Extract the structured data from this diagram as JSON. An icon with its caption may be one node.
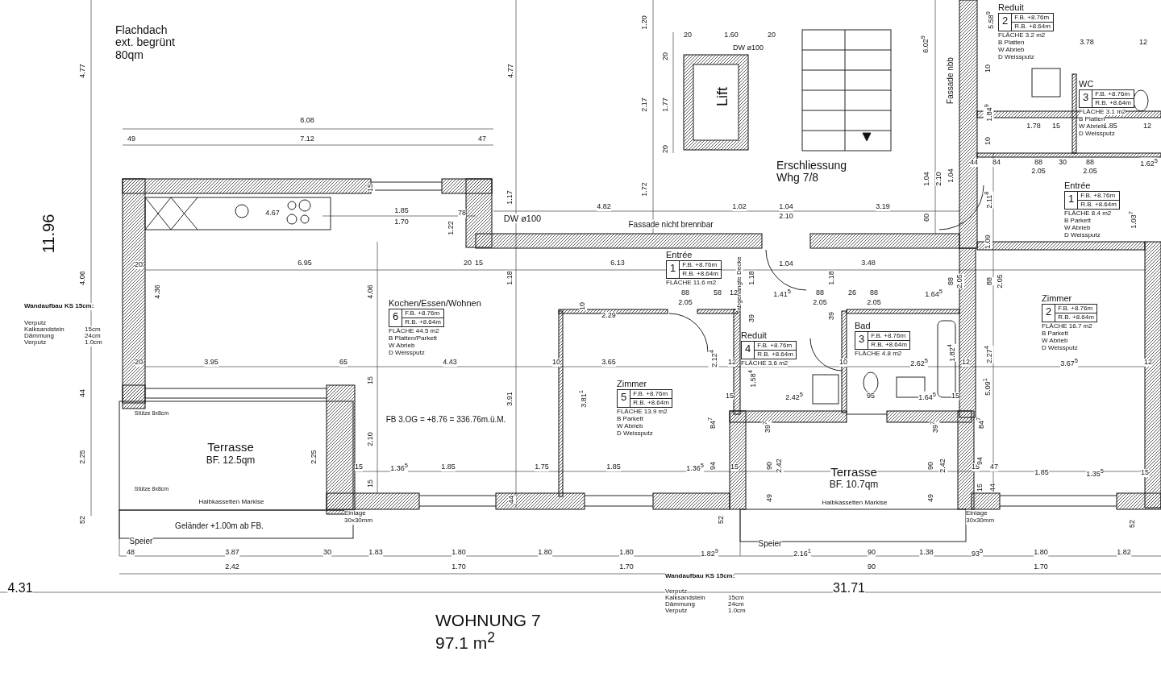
{
  "diagram": {
    "nodes": [
      {
        "text": [
          "Kochen/Essen/Wohnen",
          "6",
          "F.B. +8.76m",
          "R.B. +8.64m",
          "FLÄCHE 44.5 m2",
          "B Platten/Parkett",
          "W Abrieb",
          "D Weissputz"
        ]
      },
      {
        "text": [
          "Zimmer",
          "5",
          "F.B. +8.76m",
          "R.B. +8.64m",
          "FLÄCHE 13.9 m2",
          "B Parkett",
          "W Abrieb",
          "D Weissputz"
        ]
      },
      {
        "text": [
          "Entrée",
          "1",
          "F.B. +8.76m",
          "R.B. +8.64m",
          "FLÄCHE 11.6 m2"
        ]
      },
      {
        "text": [
          "Reduit",
          "4",
          "F.B. +8.76m",
          "R.B. +8.64m",
          "FLÄCHE 3.6 m2"
        ]
      },
      {
        "text": [
          "Bad",
          "3",
          "F.B. +8.76m",
          "R.B. +8.64m",
          "FLÄCHE 4.8 m2"
        ]
      },
      {
        "text": [
          "Reduit",
          "2",
          "F.B. +8.76m",
          "R.B. +8.64m",
          "FLÄCHE 3.2 m2",
          "B Platten",
          "W Abrieb",
          "D Weissputz"
        ]
      },
      {
        "text": [
          "WC",
          "3",
          "F.B. +8.76m",
          "R.B. +8.64m",
          "FLÄCHE 3.1 m2",
          "B Platten",
          "W Abrieb",
          "D Weissputz"
        ]
      },
      {
        "text": [
          "Entrée",
          "1",
          "F.B. +8.76m",
          "R.B. +8.64m",
          "FLÄCHE 8.4 m2",
          "B Parkett",
          "W Abrieb",
          "D Weissputz"
        ]
      },
      {
        "text": [
          "Zimmer",
          "2",
          "F.B. +8.76m",
          "R.B. +8.64m",
          "FLÄCHE 16.7 m2",
          "B Parkett",
          "W Abrieb",
          "D Weissputz"
        ]
      }
    ],
    "labels": [
      "Flachdach ext. begrünt 80qm",
      "Lift",
      "Erschliessung Whg 7/8",
      "DW ø100",
      "DW ø100",
      "Fassade nicht brennbar",
      "Fassade nbb",
      "Terrasse",
      "BF. 12.5qm",
      "Terrasse",
      "BF. 10.7qm",
      "FB 3.OG = +8.76 = 336.76m.ü.M.",
      "Stütze 8x8cm",
      "Stütze 8x8cm",
      "Halbkassetten Markise",
      "Halbkassetten Markise",
      "Geländer +1.00m ab FB.",
      "Speier",
      "Speier",
      "Einlage 30x30mm",
      "Einlage 30x30mm",
      "abgehängte Decke",
      "Wandaufbau KS 15cm:",
      "Verputz",
      "Kalksandstein",
      "15cm",
      "Dämmung",
      "24cm",
      "Verputz",
      "1.0cm",
      "Wandaufbau KS 15cm:",
      "Verputz",
      "Kalksandstein",
      "15cm",
      "Dämmung",
      "24cm",
      "Verputz",
      "1.0cm",
      "WOHNUNG 7",
      "97.1 m$^{2}$",
      "11.96",
      "4.31",
      "31.71",
      "8.08",
      "49",
      "7.12",
      "47",
      "4.77",
      "4.77",
      "1.20",
      "20",
      "1.60",
      "20",
      "20",
      "2.17",
      "1.77",
      "20",
      "6.02$^{9}$",
      "5.58$^{9}$",
      "3.78",
      "12",
      "10",
      "1.84$^{9}$",
      "1.78",
      "15",
      "1.85",
      "12",
      "10",
      "44",
      "84",
      "88",
      "2.05",
      "30",
      "88",
      "2.05",
      "1.62$^{5}$",
      "2.11$^{8}$",
      "1.09",
      "1.03$^{7}$",
      "1.17",
      "1.72",
      "4.82",
      "1.02",
      "1.04",
      "2.10",
      "3.19",
      "1.04",
      "2.10",
      "1.04",
      "60",
      "4.67",
      "1.85",
      "1.70",
      "78",
      "15",
      "1.22",
      "20",
      "6.95",
      "20",
      "15",
      "6.13",
      "1.04",
      "3.48",
      "4.06",
      "4.36",
      "4.06",
      "1.18",
      "2.29",
      "88",
      "2.05",
      "58",
      "12",
      "1.18",
      "1.41$^{5}$",
      "88",
      "2.05",
      "1.18",
      "26",
      "88",
      "2.05",
      "1.64$^{5}$",
      "88",
      "2.05",
      "88",
      "2.05",
      "10",
      "39",
      "39",
      "20",
      "3.95",
      "65",
      "4.43",
      "10",
      "3.65",
      "2.12$^{4}$",
      "12",
      "10",
      "2.62$^{5}$",
      "1.82$^{4}$",
      "12",
      "2.27$^{4}$",
      "3.67$^{5}$",
      "12",
      "44",
      "15",
      "1.58$^{4}$",
      "15",
      "2.42$^{5}$",
      "95",
      "1.64$^{5}$",
      "15",
      "3.91",
      "3.81$^{1}$",
      "5.09$^{1}$",
      "84$^{7}$",
      "39$^{7}$",
      "39$^{7}$",
      "84$^{7}$",
      "2.10",
      "2.25",
      "2.25",
      "15",
      "1.36$^{5}$",
      "1.85",
      "1.75",
      "1.85",
      "1.36$^{5}$",
      "94",
      "15",
      "90",
      "2.42",
      "90",
      "2.42",
      "15",
      "47",
      "94",
      "1.85",
      "1.35$^{5}$",
      "15",
      "15",
      "49",
      "49",
      "15",
      "44",
      "44",
      "52",
      "52",
      "52",
      "48",
      "3.87",
      "30",
      "1.83",
      "1.80",
      "1.80",
      "1.80",
      "1.82$^{9}$",
      "2.16$^{1}$",
      "90",
      "1.38",
      "93$^{5}$",
      "1.80",
      "1.82",
      "2.42",
      "1.70",
      "1.70",
      "90",
      "1.70"
    ]
  }
}
